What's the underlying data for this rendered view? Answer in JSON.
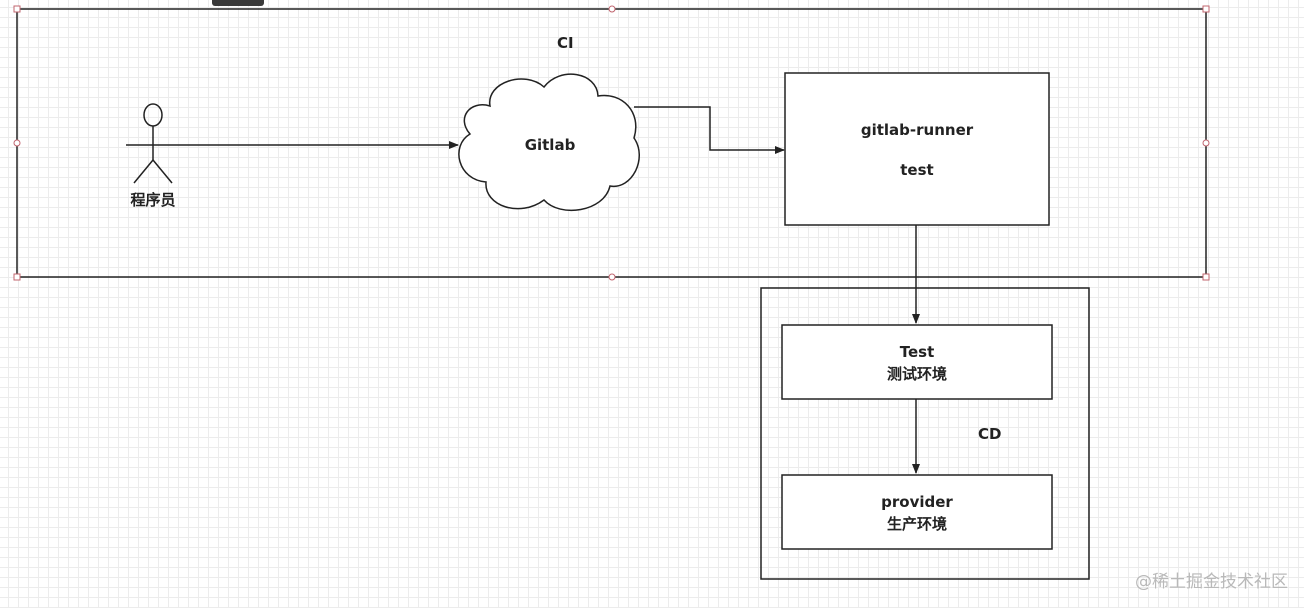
{
  "diagram": {
    "ci_label": "CI",
    "cd_label": "CD",
    "actor_label": "程序员",
    "gitlab_label": "Gitlab",
    "runner_line1": "gitlab-runner",
    "runner_line2": "test",
    "test_env_line1": "Test",
    "test_env_line2": "测试环境",
    "provider_line1": "provider",
    "provider_line2": "生产环境"
  },
  "colors": {
    "stroke": "#222222",
    "selection_handle": "#c0646e",
    "grid": "#ececec"
  },
  "watermark": "@稀土掘金技术社区"
}
